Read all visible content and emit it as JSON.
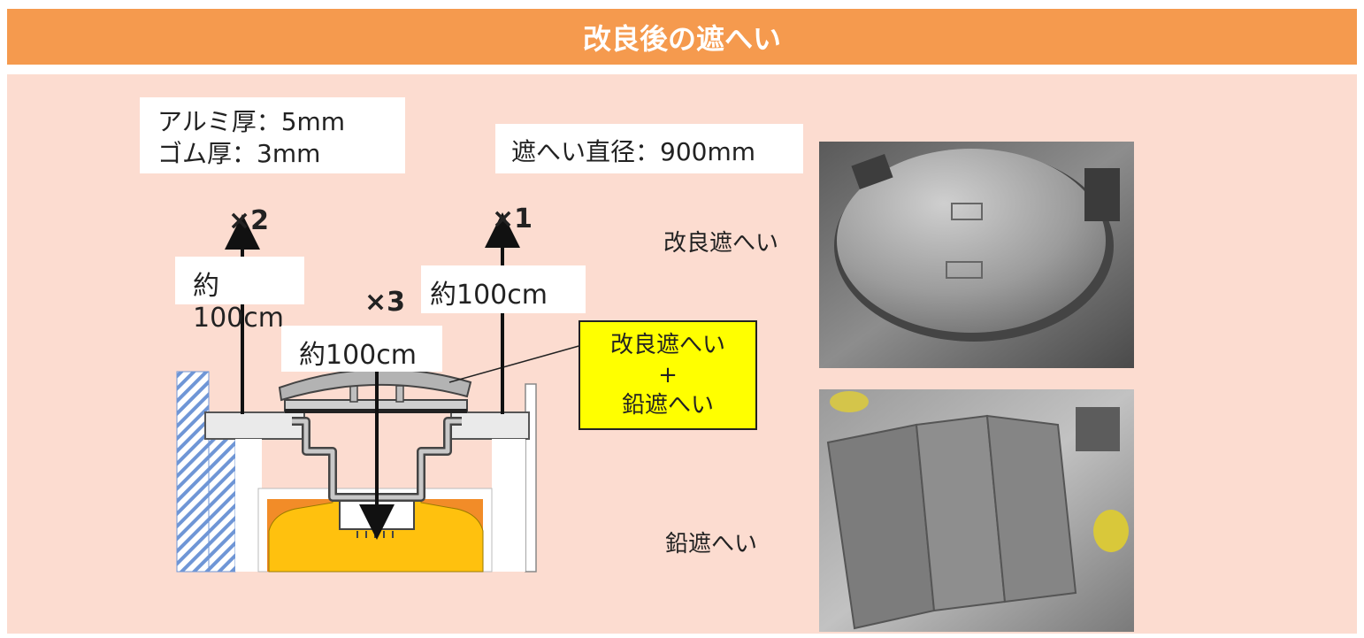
{
  "title": "改良後の遮へい",
  "specs": {
    "line1": "アルミ厚：5mm",
    "line2": "ゴム厚：3mm"
  },
  "diameter_label": "遮へい直径：900mm",
  "points": [
    {
      "mark": "×2",
      "distance": "約100cm"
    },
    {
      "mark": "×1",
      "distance": "約100cm"
    },
    {
      "mark": "×3",
      "distance": "約100cm"
    }
  ],
  "callout": {
    "line1": "改良遮へい",
    "line2": "+",
    "line3": "鉛遮へい"
  },
  "photos": [
    {
      "caption": "改良遮へい"
    },
    {
      "caption": "鉛遮へい"
    }
  ],
  "colors": {
    "header": "#f59a4e",
    "panel": "#fcdcd0",
    "callout": "#ffff00",
    "vessel": "#ffc10e"
  }
}
